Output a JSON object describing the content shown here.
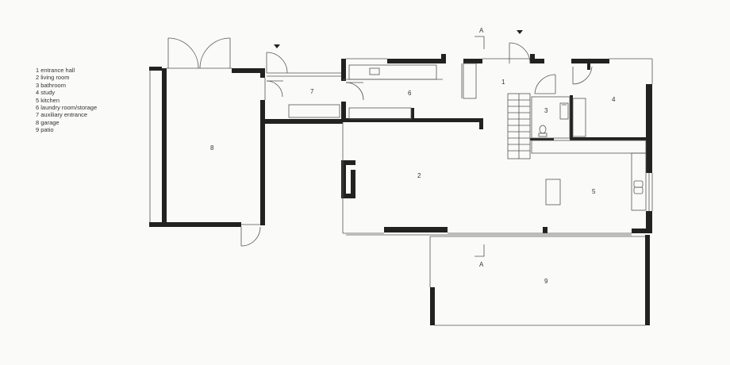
{
  "legend": [
    "1 entrance hall",
    "2 living room",
    "3 bathroom",
    "4 study",
    "5 kitchen",
    "6 laundry room/storage",
    "7 auxiliary entrance",
    "8 garage",
    "9 patio"
  ],
  "rooms": {
    "r1": "1",
    "r2": "2",
    "r3": "3",
    "r4": "4",
    "r5": "5",
    "r6": "6",
    "r7": "7",
    "r8": "8",
    "r9": "9"
  },
  "section": {
    "top": "A",
    "bottom": "A"
  },
  "colors": {
    "wall": "#222222",
    "line": "#555555",
    "background": "#fafaf8"
  }
}
